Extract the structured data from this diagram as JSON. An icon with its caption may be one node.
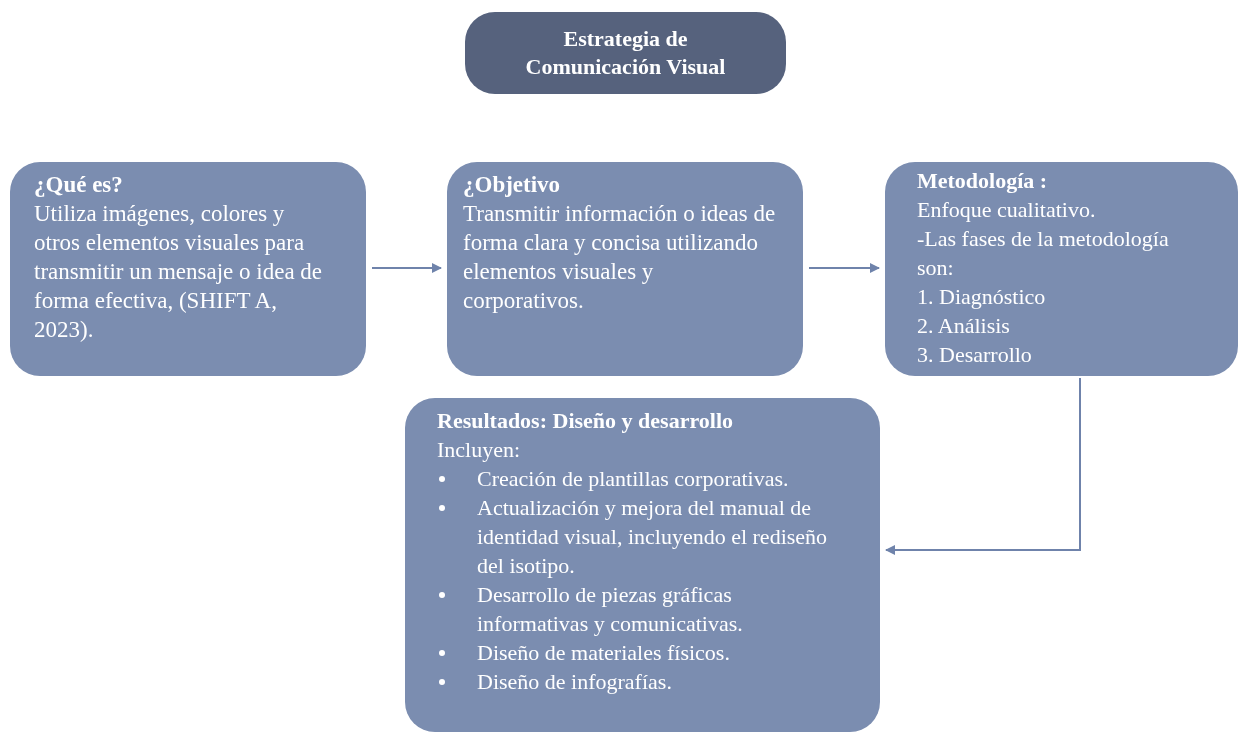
{
  "diagram": {
    "nodes": [
      {
        "text": [
          "Estrategia de Comunicación Visual"
        ]
      },
      {
        "text": [
          "¿Qué es?",
          "Utiliza imágenes, colores y otros elementos visuales para transmitir un mensaje o idea de forma efectiva, (SHIFT A, 2023)."
        ]
      },
      {
        "text": [
          "¿Objetivo",
          "Transmitir información o ideas de forma clara y concisa utilizando elementos visuales y corporativos."
        ]
      },
      {
        "text": [
          "Metodología :",
          "Enfoque cualitativo.",
          "-Las fases de la metodología son:",
          "1. Diagnóstico",
          "2. Análisis",
          "3. Desarrollo"
        ]
      },
      {
        "text": [
          "Resultados: Diseño y desarrollo",
          "Incluyen:",
          "Creación de plantillas corporativas.",
          "Actualización y mejora del manual de identidad visual, incluyendo el rediseño del isotipo.",
          "Desarrollo de piezas gráficas informativas y comunicativas.",
          "Diseño de materiales físicos.",
          "Diseño de infografías."
        ]
      }
    ],
    "edges": [
      {
        "from": 1,
        "to": 2,
        "arrow": "to"
      },
      {
        "from": 2,
        "to": 3,
        "arrow": "to"
      },
      {
        "from": 3,
        "to": 4,
        "arrow": "to"
      }
    ]
  }
}
